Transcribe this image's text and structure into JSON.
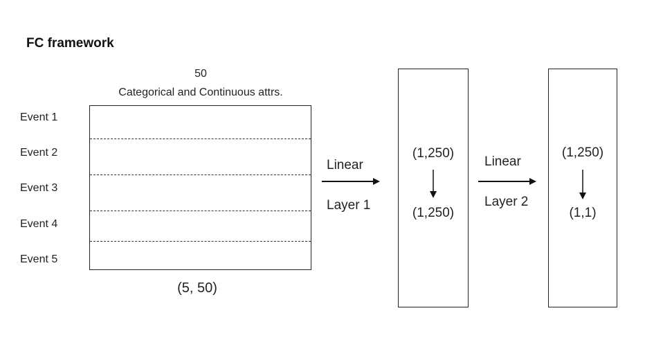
{
  "title": "FC framework",
  "input": {
    "attr_count": "50",
    "attr_description": "Categorical and Continuous attrs.",
    "events": [
      "Event 1",
      "Event 2",
      "Event 3",
      "Event 4",
      "Event 5"
    ],
    "shape": "(5, 50)"
  },
  "layer1": {
    "line1": "Linear",
    "line2": "Layer 1",
    "input_shape": "(1,250)",
    "output_shape": "(1,250)"
  },
  "layer2": {
    "line1": "Linear",
    "line2": "Layer 2",
    "input_shape": "(1,250)",
    "output_shape": "(1,1)"
  }
}
